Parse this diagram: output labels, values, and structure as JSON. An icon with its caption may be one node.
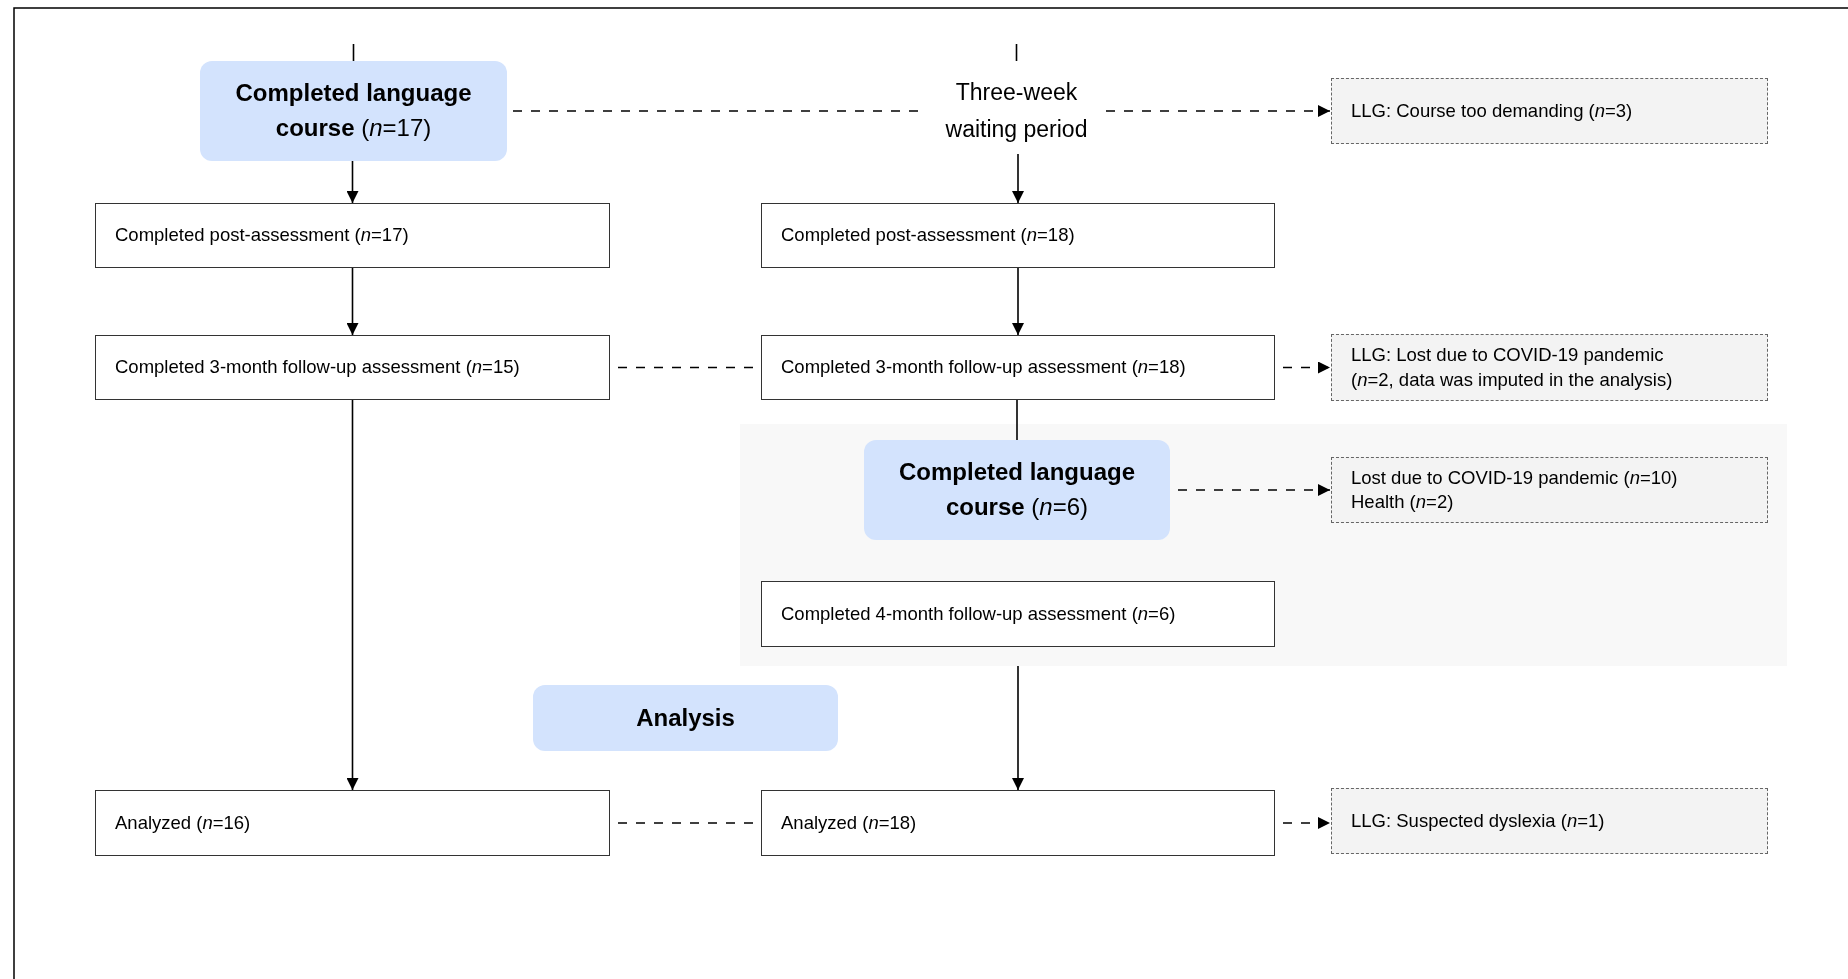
{
  "diagram": {
    "nodes": [
      {
        "text": [
          "**Completed language course** (*n*=17)"
        ]
      },
      {
        "text": [
          "Three-week waiting period"
        ]
      },
      {
        "text": [
          "LLG: Course too demanding (*n*=3)"
        ]
      },
      {
        "text": [
          "Completed post-assessment (*n*=17)"
        ]
      },
      {
        "text": [
          "Completed post-assessment (*n*=18)"
        ]
      },
      {
        "text": [
          "Completed 3-month follow-up assessment (*n*=15)"
        ]
      },
      {
        "text": [
          "Completed 3-month follow-up assessment (*n*=18)"
        ]
      },
      {
        "text": [
          "LLG: Lost due to COVID-19 pandemic (*n*=2, data was imputed in the analysis)"
        ]
      },
      {
        "text": [],
        "shape": "box"
      },
      {
        "text": [
          "**Completed language course** (*n*=6)"
        ],
        "in": 8
      },
      {
        "text": [
          "Lost due to COVID-19 pandemic (*n*=10)",
          "Health (*n*=2)"
        ],
        "in": 8
      },
      {
        "text": [
          "Completed 4-month follow-up assessment (*n*=6)"
        ],
        "in": 8
      },
      {
        "text": [
          "Analysis"
        ]
      },
      {
        "text": [
          "Analyzed (*n*=16)"
        ]
      },
      {
        "text": [
          "Analyzed (*n*=18)"
        ]
      },
      {
        "text": [
          "LLG: Suspected dyslexia (*n*=1)"
        ]
      }
    ],
    "edges": [
      {
        "from": null,
        "to": 0,
        "arrow": "none"
      },
      {
        "from": null,
        "to": 1,
        "arrow": "none"
      },
      {
        "from": 0,
        "to": 1,
        "arrow": "none",
        "style": "dashed"
      },
      {
        "from": 1,
        "to": 2,
        "arrow": "to",
        "style": "dashed"
      },
      {
        "from": 0,
        "to": 3,
        "arrow": "to"
      },
      {
        "from": 1,
        "to": 4,
        "arrow": "to"
      },
      {
        "from": 3,
        "to": 5,
        "arrow": "to"
      },
      {
        "from": 4,
        "to": 6,
        "arrow": "to"
      },
      {
        "from": 5,
        "to": 6,
        "arrow": "none",
        "style": "dashed"
      },
      {
        "from": 6,
        "to": 7,
        "arrow": "to",
        "style": "dashed"
      },
      {
        "from": 6,
        "to": 9,
        "arrow": "none"
      },
      {
        "from": 9,
        "to": 10,
        "arrow": "to",
        "style": "dashed"
      },
      {
        "from": 5,
        "to": 13,
        "arrow": "to"
      },
      {
        "from": 8,
        "to": 14,
        "arrow": "to"
      },
      {
        "from": 13,
        "to": 14,
        "arrow": "none",
        "style": "dashed"
      },
      {
        "from": 14,
        "to": 15,
        "arrow": "to",
        "style": "dashed"
      }
    ]
  }
}
